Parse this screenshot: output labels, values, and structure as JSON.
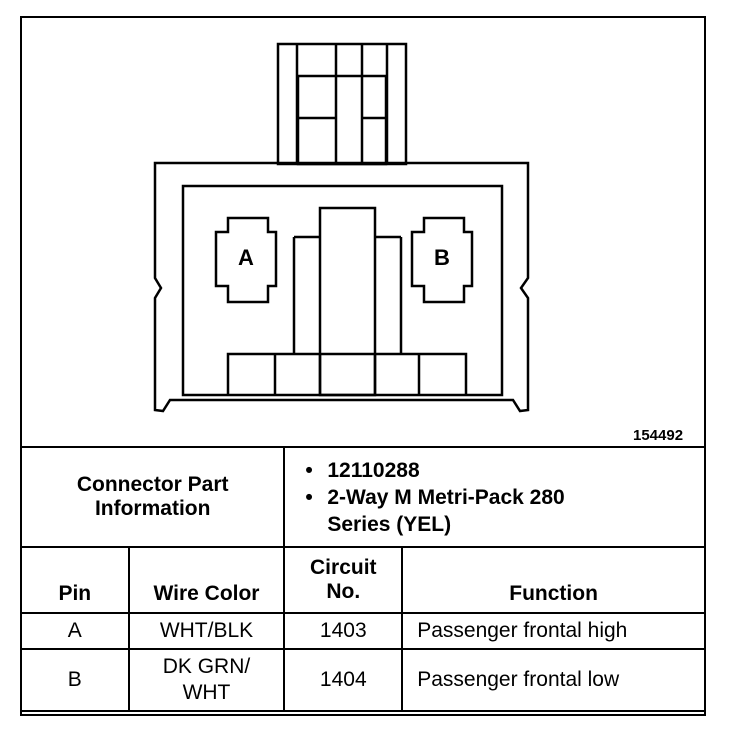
{
  "figure": {
    "id": "154492",
    "pins": [
      "A",
      "B"
    ]
  },
  "table": {
    "part_info_label": "Connector Part Information",
    "part_info_items": [
      "12110288",
      "2-Way M Metri-Pack 280 Series (YEL)"
    ],
    "headers": {
      "pin": "Pin",
      "wire_color": "Wire Color",
      "circuit_no": "Circuit No.",
      "function": "Function"
    },
    "rows": [
      {
        "pin": "A",
        "wire_color": "WHT/BLK",
        "circuit": "1403",
        "function": "Passenger frontal high"
      },
      {
        "pin": "B",
        "wire_color": "DK GRN/ WHT",
        "circuit": "1404",
        "function": "Passenger frontal low"
      }
    ]
  }
}
